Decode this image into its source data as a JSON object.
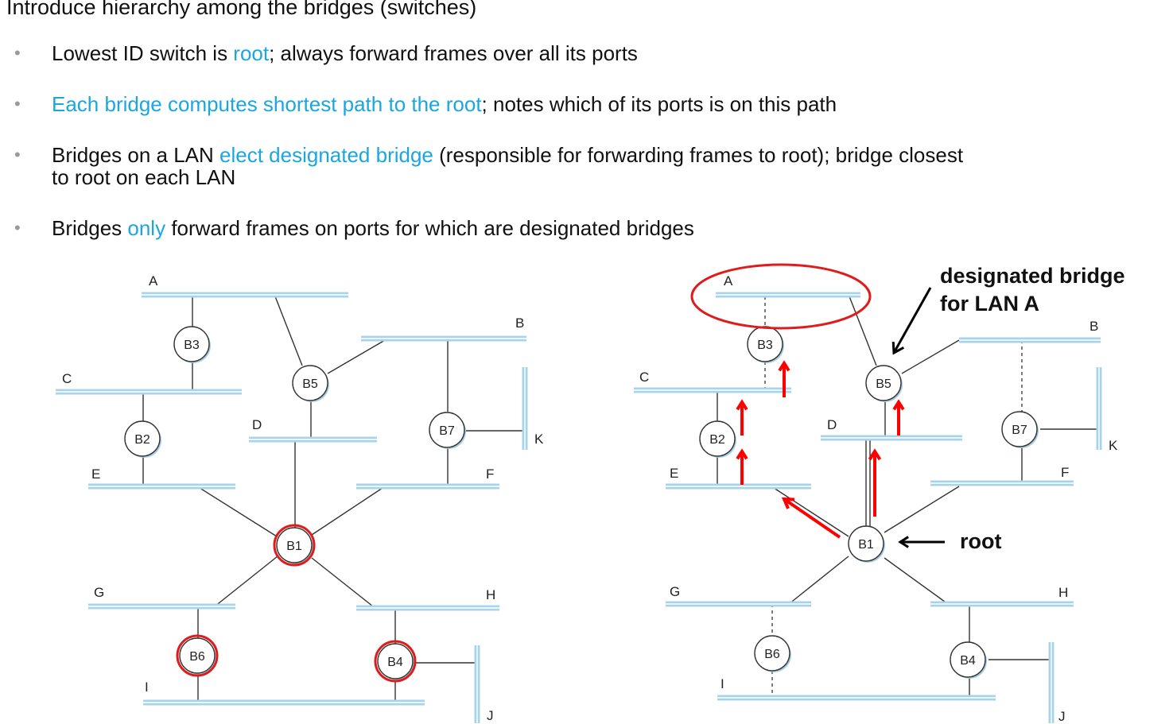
{
  "heading": "Introduce hierarchy among the bridges (switches)",
  "bullets": [
    {
      "parts": [
        {
          "t": "Lowest ID switch is ",
          "hl": false
        },
        {
          "t": "root",
          "hl": true
        },
        {
          "t": "; always forward frames over all its ports",
          "hl": false
        }
      ]
    },
    {
      "parts": [
        {
          "t": "Each bridge computes shortest path to the root",
          "hl": true
        },
        {
          "t": "; notes which of its ports is on this path",
          "hl": false
        }
      ]
    },
    {
      "parts": [
        {
          "t": "Bridges on a LAN ",
          "hl": false
        },
        {
          "t": "elect designated bridge",
          "hl": true
        },
        {
          "t": " (responsible for forwarding frames to root); bridge closest",
          "hl": false
        }
      ],
      "line2": "to root on each LAN"
    },
    {
      "parts": [
        {
          "t": "Bridges ",
          "hl": false
        },
        {
          "t": "only",
          "hl": true
        },
        {
          "t": " forward frames on ports for which are designated bridges",
          "hl": false
        }
      ]
    }
  ],
  "colors": {
    "accent": "#1ba6dd",
    "lan": "#a8d4ea",
    "annotation_red": "#ff0000"
  },
  "left_diagram": {
    "lans": [
      "A",
      "B",
      "C",
      "D",
      "E",
      "F",
      "G",
      "H",
      "I",
      "J",
      "K"
    ],
    "bridges": [
      "B1",
      "B2",
      "B3",
      "B4",
      "B5",
      "B6",
      "B7"
    ],
    "highlighted_bridges": [
      "B1",
      "B4",
      "B6"
    ]
  },
  "right_diagram": {
    "lans": [
      "A",
      "B",
      "C",
      "D",
      "E",
      "F",
      "G",
      "H",
      "I",
      "J",
      "K"
    ],
    "bridges": [
      "B1",
      "B2",
      "B3",
      "B4",
      "B5",
      "B6",
      "B7"
    ],
    "annotation_designated": [
      "designated bridge",
      "for LAN A"
    ],
    "annotation_root": "root"
  }
}
